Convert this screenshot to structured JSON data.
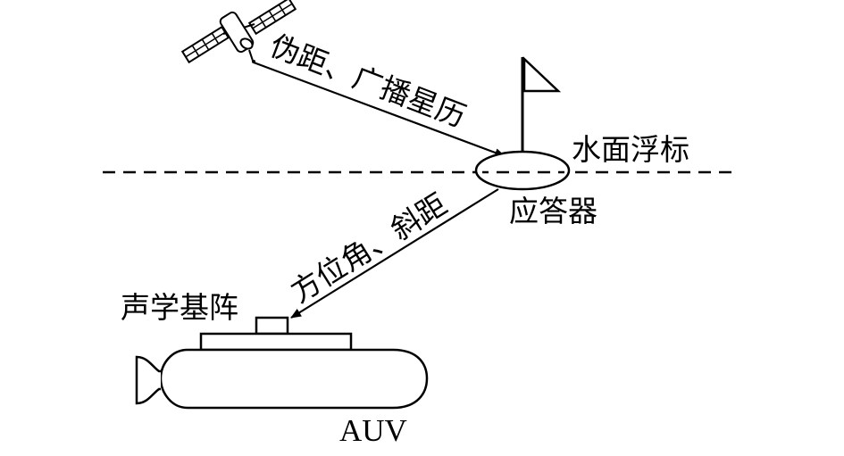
{
  "labels": {
    "satellite_signal": "伪距、广播星历",
    "buoy": "水面浮标",
    "transponder": "应答器",
    "acoustic_signal": "方位角、斜距",
    "acoustic_array": "声学基阵",
    "vehicle": "AUV"
  },
  "colors": {
    "stroke": "#000000",
    "background": "#ffffff"
  },
  "icons": {
    "satellite": "satellite-icon",
    "flag": "flag-icon",
    "auv": "auv-icon"
  }
}
